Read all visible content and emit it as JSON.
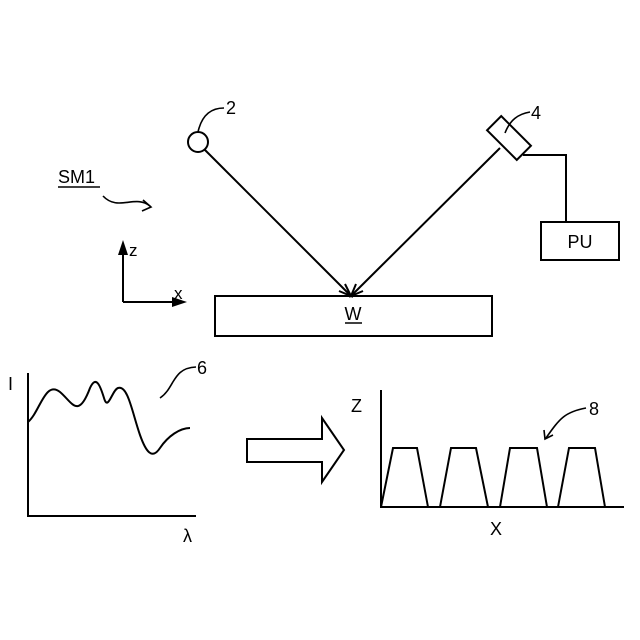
{
  "labels": {
    "source_ref": "2",
    "detector_ref": "4",
    "spectrum_ref": "6",
    "profile_ref": "8",
    "system": "SM1",
    "processing_unit": "PU",
    "wafer": "W",
    "axis_z_small": "z",
    "axis_x_small": "x",
    "spectrum_y": "I",
    "spectrum_x": "λ",
    "profile_y": "Z",
    "profile_x": "X"
  }
}
